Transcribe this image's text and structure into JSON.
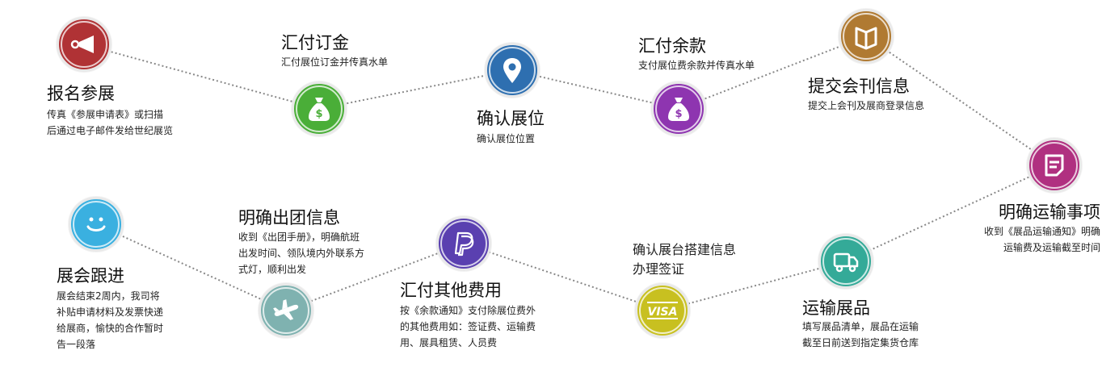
{
  "steps": [
    {
      "title": "报名参展",
      "desc": [
        "传真《参展申请表》或扫描",
        "后通过电子邮件发给世纪展览"
      ],
      "icon": "megaphone-icon",
      "color": "#b03235"
    },
    {
      "title": "汇付订金",
      "desc": [
        "汇付展位订金并传真水单"
      ],
      "icon": "money-bag-icon",
      "color": "#4aae38"
    },
    {
      "title": "确认展位",
      "desc": [
        "确认展位位置"
      ],
      "icon": "location-pin-icon",
      "color": "#2e6fb0"
    },
    {
      "title": "汇付余款",
      "desc": [
        "支付展位费余款并传真水单"
      ],
      "icon": "money-bag-icon",
      "color": "#8e35b0"
    },
    {
      "title": "提交会刊信息",
      "desc": [
        "提交上会刊及展商登录信息"
      ],
      "icon": "book-icon",
      "color": "#b07a32"
    },
    {
      "title": "明确运输事项",
      "desc": [
        "收到《展品运输通知》明确",
        "运输费及运输截至时间"
      ],
      "icon": "note-icon",
      "color": "#b03080"
    },
    {
      "title": "运输展品",
      "desc": [
        "填写展品清单，展品在运输",
        "截至日前送到指定集货仓库"
      ],
      "icon": "truck-icon",
      "color": "#34aa98"
    },
    {
      "title": "",
      "desc": [
        "确认展台搭建信息",
        "办理签证"
      ],
      "icon": "visa-icon",
      "icon_text": "VISA",
      "color": "#c8c020"
    },
    {
      "title": "汇付其他费用",
      "desc": [
        "按《余款通知》支付除展位费外",
        "的其他费用如：签证费、运输费",
        "用、展具租赁、人员费"
      ],
      "icon": "paypal-icon",
      "color": "#5a40b0"
    },
    {
      "title": "明确出团信息",
      "desc": [
        "收到《出团手册》，明确航班",
        "出发时间、领队境内外联系方",
        "式灯，顺利出发"
      ],
      "icon": "airplane-icon",
      "color": "#7fb2b0"
    },
    {
      "title": "展会跟进",
      "desc": [
        "展会结束2周内，我司将",
        "补贴申请材料及发票快递",
        "给展商，愉快的合作暂时",
        "告一段落"
      ],
      "icon": "smiley-icon",
      "color": "#3ab0e0"
    }
  ]
}
